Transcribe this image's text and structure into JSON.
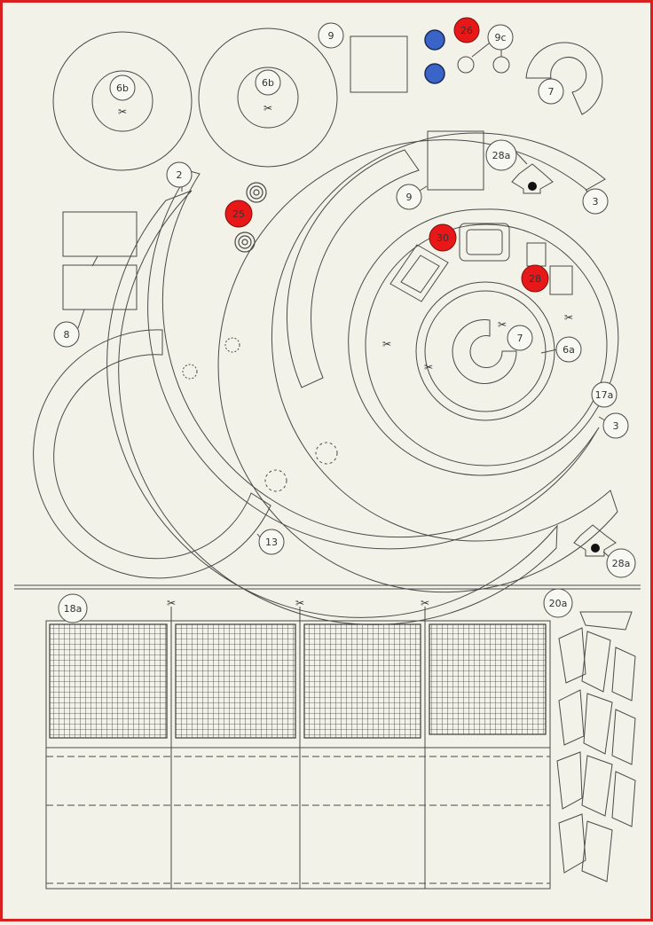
{
  "sheet": {
    "border_color": "#d92020",
    "line_color": "#4a4a4a",
    "red_marker": "#e81818",
    "blue_marker": "#3a64c8"
  },
  "labels": {
    "l_6b_left": "6b",
    "l_6b_right": "6b",
    "l_9_top": "9",
    "l_26": "26",
    "l_9c": "9c",
    "l_7_top": "7",
    "l_2": "2",
    "l_25": "25",
    "l_28a_top": "28a",
    "l_9_mid": "9",
    "l_3_top": "3",
    "l_30": "30",
    "l_28": "28",
    "l_8": "8",
    "l_7_mid": "7",
    "l_6a": "6a",
    "l_17a": "17a",
    "l_3_low": "3",
    "l_13": "13",
    "l_28a_low": "28a",
    "l_18a": "18a",
    "l_20a": "20a"
  },
  "icons": {
    "scissors": "✂"
  }
}
